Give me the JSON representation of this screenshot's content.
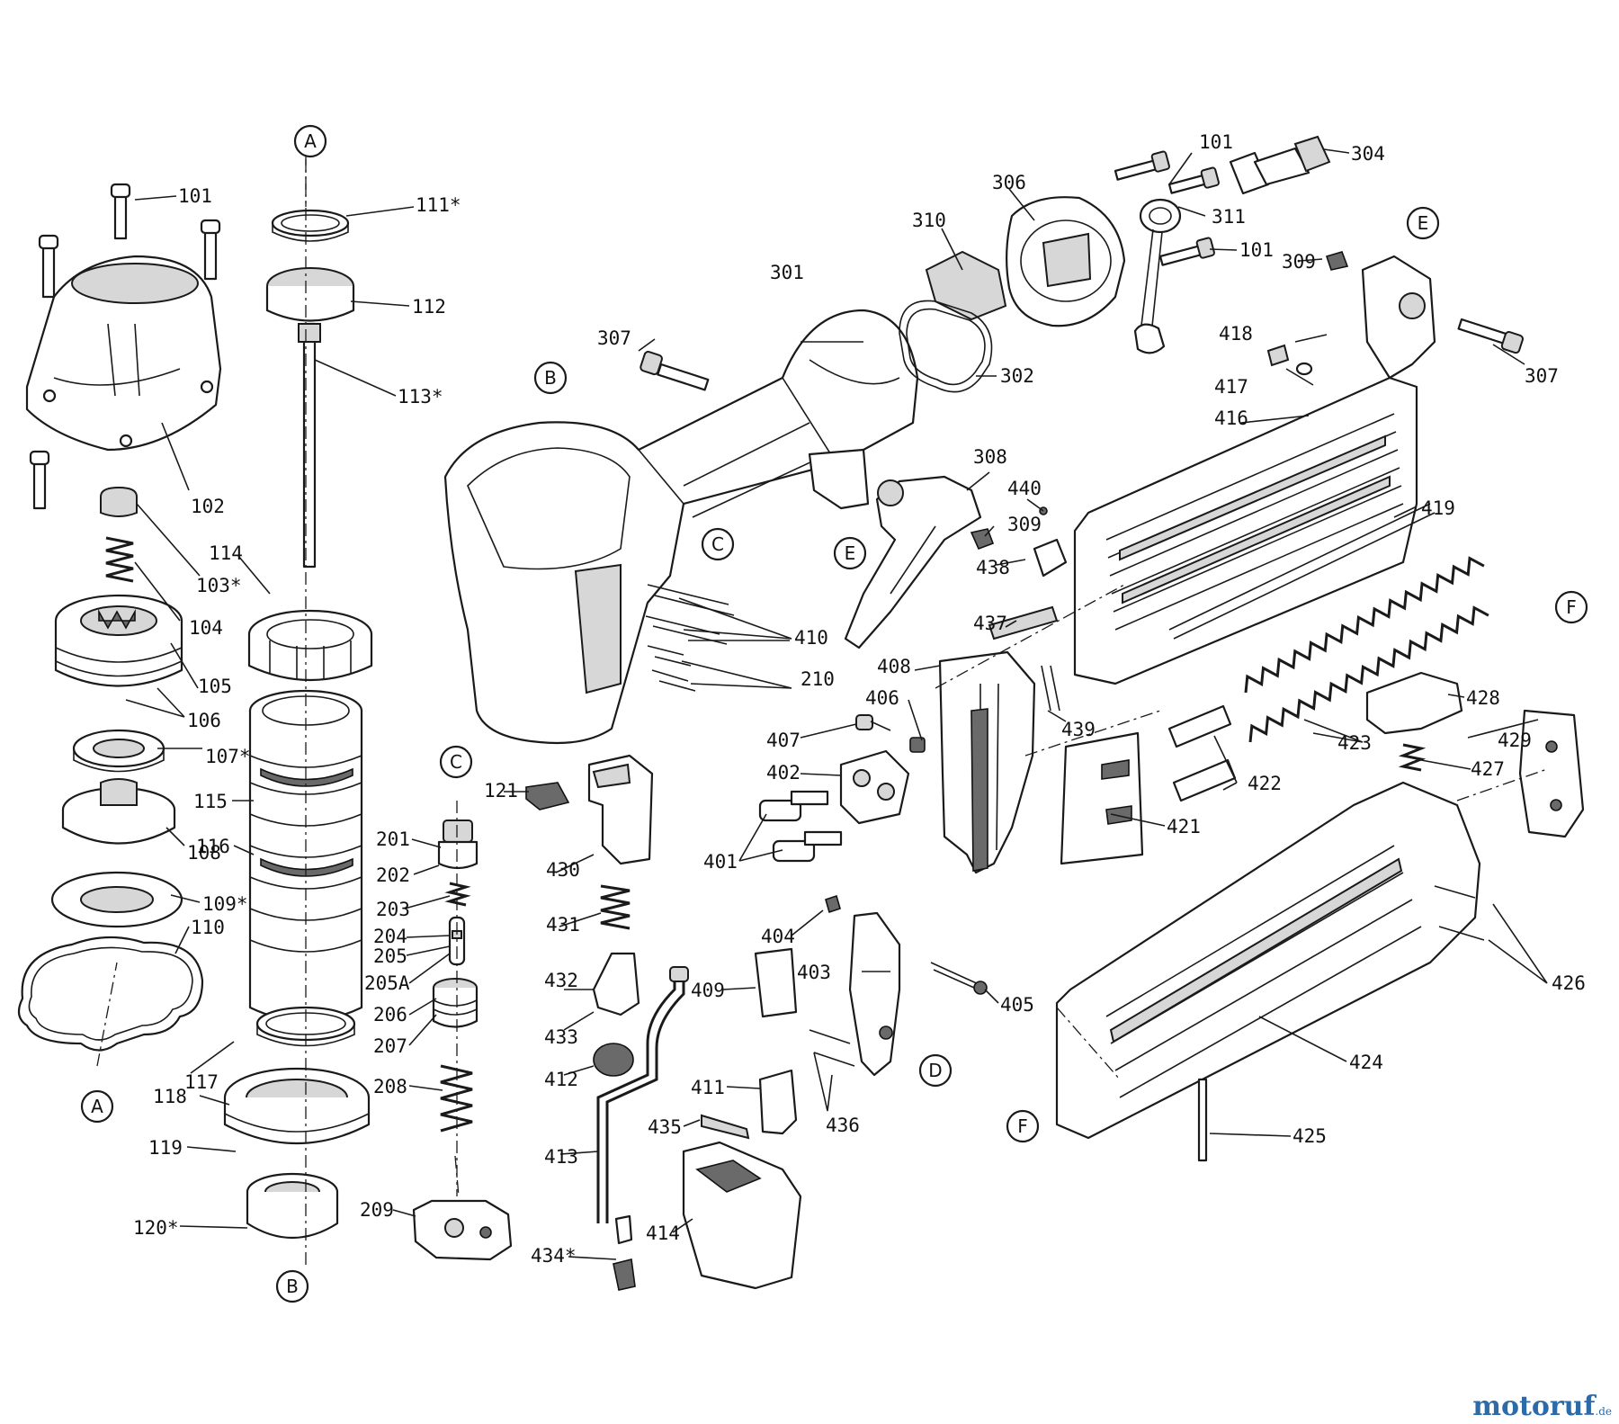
{
  "callouts": [
    {
      "id": "101-a",
      "text": "101"
    },
    {
      "id": "111",
      "text": "111*"
    },
    {
      "id": "112",
      "text": "112"
    },
    {
      "id": "113",
      "text": "113*"
    },
    {
      "id": "102",
      "text": "102"
    },
    {
      "id": "103",
      "text": "103*"
    },
    {
      "id": "104",
      "text": "104"
    },
    {
      "id": "105",
      "text": "105"
    },
    {
      "id": "106",
      "text": "106"
    },
    {
      "id": "107",
      "text": "107*"
    },
    {
      "id": "108",
      "text": "108"
    },
    {
      "id": "109",
      "text": "109*"
    },
    {
      "id": "110",
      "text": "110"
    },
    {
      "id": "114",
      "text": "114"
    },
    {
      "id": "115",
      "text": "115"
    },
    {
      "id": "116",
      "text": "116"
    },
    {
      "id": "117",
      "text": "117"
    },
    {
      "id": "118",
      "text": "118"
    },
    {
      "id": "119",
      "text": "119"
    },
    {
      "id": "120",
      "text": "120*"
    },
    {
      "id": "121",
      "text": "121"
    },
    {
      "id": "201",
      "text": "201"
    },
    {
      "id": "202",
      "text": "202"
    },
    {
      "id": "203",
      "text": "203"
    },
    {
      "id": "204",
      "text": "204"
    },
    {
      "id": "205",
      "text": "205"
    },
    {
      "id": "205A",
      "text": "205A"
    },
    {
      "id": "206",
      "text": "206"
    },
    {
      "id": "207",
      "text": "207"
    },
    {
      "id": "208",
      "text": "208"
    },
    {
      "id": "209",
      "text": "209"
    },
    {
      "id": "210",
      "text": "210"
    },
    {
      "id": "410",
      "text": "410"
    },
    {
      "id": "301",
      "text": "301"
    },
    {
      "id": "302",
      "text": "302"
    },
    {
      "id": "304",
      "text": "304"
    },
    {
      "id": "306",
      "text": "306"
    },
    {
      "id": "307-a",
      "text": "307"
    },
    {
      "id": "307-b",
      "text": "307"
    },
    {
      "id": "308",
      "text": "308"
    },
    {
      "id": "309-a",
      "text": "309"
    },
    {
      "id": "309-b",
      "text": "309"
    },
    {
      "id": "310",
      "text": "310"
    },
    {
      "id": "311",
      "text": "311"
    },
    {
      "id": "101-b",
      "text": "101"
    },
    {
      "id": "101-c",
      "text": "101"
    },
    {
      "id": "440",
      "text": "440"
    },
    {
      "id": "438",
      "text": "438"
    },
    {
      "id": "437",
      "text": "437"
    },
    {
      "id": "408",
      "text": "408"
    },
    {
      "id": "406",
      "text": "406"
    },
    {
      "id": "407",
      "text": "407"
    },
    {
      "id": "402",
      "text": "402"
    },
    {
      "id": "401",
      "text": "401"
    },
    {
      "id": "439",
      "text": "439"
    },
    {
      "id": "430",
      "text": "430"
    },
    {
      "id": "431",
      "text": "431"
    },
    {
      "id": "432",
      "text": "432"
    },
    {
      "id": "433",
      "text": "433"
    },
    {
      "id": "412",
      "text": "412"
    },
    {
      "id": "413",
      "text": "413"
    },
    {
      "id": "434",
      "text": "434*"
    },
    {
      "id": "435",
      "text": "435"
    },
    {
      "id": "414",
      "text": "414"
    },
    {
      "id": "411",
      "text": "411"
    },
    {
      "id": "436",
      "text": "436"
    },
    {
      "id": "409",
      "text": "409"
    },
    {
      "id": "404",
      "text": "404"
    },
    {
      "id": "403",
      "text": "403"
    },
    {
      "id": "405",
      "text": "405"
    },
    {
      "id": "418",
      "text": "418"
    },
    {
      "id": "417",
      "text": "417"
    },
    {
      "id": "416",
      "text": "416"
    },
    {
      "id": "419",
      "text": "419"
    },
    {
      "id": "423",
      "text": "423"
    },
    {
      "id": "422",
      "text": "422"
    },
    {
      "id": "421",
      "text": "421"
    },
    {
      "id": "428",
      "text": "428"
    },
    {
      "id": "429",
      "text": "429"
    },
    {
      "id": "427",
      "text": "427"
    },
    {
      "id": "426",
      "text": "426"
    },
    {
      "id": "424",
      "text": "424"
    },
    {
      "id": "425",
      "text": "425"
    }
  ],
  "reference_markers": [
    {
      "id": "A-top",
      "text": "A"
    },
    {
      "id": "A-bottom",
      "text": "A"
    },
    {
      "id": "B-top",
      "text": "B"
    },
    {
      "id": "B-bottom",
      "text": "B"
    },
    {
      "id": "C-gun",
      "text": "C"
    },
    {
      "id": "C-valve",
      "text": "C"
    },
    {
      "id": "D",
      "text": "D"
    },
    {
      "id": "E-handle",
      "text": "E"
    },
    {
      "id": "E-magazine",
      "text": "E"
    },
    {
      "id": "F-spring",
      "text": "F"
    },
    {
      "id": "F-rail",
      "text": "F"
    }
  ],
  "watermark": {
    "brand_main": "motoruf",
    "brand_suffix": ".de"
  }
}
